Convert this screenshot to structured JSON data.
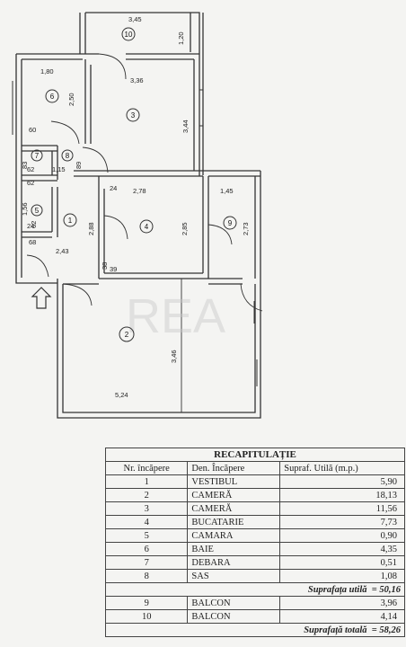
{
  "plan": {
    "dimensions": {
      "d345": "3,45",
      "d120": "1,20",
      "d180": "1,80",
      "d336": "3,36",
      "d250": "2,50",
      "d344": "3,44",
      "d60": "60",
      "d62a": "62",
      "d115": "1,15",
      "d89": "89",
      "d83": "83",
      "d62b": "62",
      "d156": "1,56",
      "d278": "2,78",
      "d145": "1,45",
      "d24a": "24",
      "d24b": "24",
      "d62c": "62",
      "d288": "2,88",
      "d285": "2,85",
      "d273": "2,73",
      "d243": "2,43",
      "d68": "68",
      "d39": "39",
      "d346": "3,46",
      "d524": "5,24",
      "d38": "38"
    },
    "room_labels": [
      "1",
      "2",
      "3",
      "4",
      "5",
      "6",
      "7",
      "8",
      "9",
      "10"
    ],
    "watermark": "REA"
  },
  "recap": {
    "title": "RECAPITULAȚIE",
    "headers": [
      "Nr. încăpere",
      "Den. Încăpere",
      "Supraf. Utilă (m.p.)"
    ],
    "rows": [
      {
        "nr": "1",
        "name": "VESTIBUL",
        "area": "5,90"
      },
      {
        "nr": "2",
        "name": "CAMERĂ",
        "area": "18,13"
      },
      {
        "nr": "3",
        "name": "CAMERĂ",
        "area": "11,56"
      },
      {
        "nr": "4",
        "name": "BUCATARIE",
        "area": "7,73"
      },
      {
        "nr": "5",
        "name": "CAMARA",
        "area": "0,90"
      },
      {
        "nr": "6",
        "name": "BAIE",
        "area": "4,35"
      },
      {
        "nr": "7",
        "name": "DEBARA",
        "area": "0,51"
      },
      {
        "nr": "8",
        "name": "SAS",
        "area": "1,08"
      }
    ],
    "useful_label": "Suprafața utilă",
    "useful_value": "= 50,16",
    "balcony_rows": [
      {
        "nr": "9",
        "name": "BALCON",
        "area": "3,96"
      },
      {
        "nr": "10",
        "name": "BALCON",
        "area": "4,14"
      }
    ],
    "total_label": "Suprafață totală",
    "total_value": "= 58,26"
  }
}
